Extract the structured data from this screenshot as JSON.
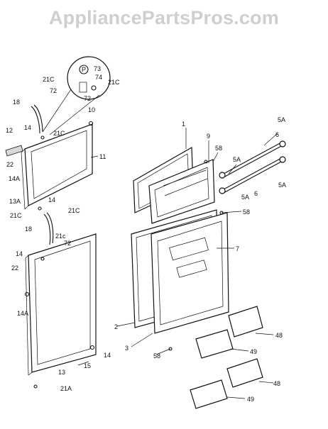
{
  "watermark": "AppliancePartsPros.com",
  "callouts": {
    "c1": "1",
    "c2": "2",
    "c3": "3",
    "c5a_1": "5A",
    "c5a_2": "5A",
    "c5a_3": "5A",
    "c5a_4": "5A",
    "c6_1": "6",
    "c6_2": "6",
    "c7": "7",
    "c9": "9",
    "c10": "10",
    "c11": "11",
    "c12": "12",
    "c13": "13",
    "c13a": "13A",
    "c14_1": "14",
    "c14_2": "14",
    "c14_3": "14",
    "c14_4": "14",
    "c14a_1": "14A",
    "c14a_2": "14A",
    "c15": "15",
    "c18_1": "18",
    "c18_2": "18",
    "c21a": "21A",
    "c21c_1": "21C",
    "c21c_2": "21C",
    "c21c_3": "21C",
    "c21c_4": "21C",
    "c21c_5": "21C",
    "c21c_6": "21c",
    "c22_1": "22",
    "c22_2": "22",
    "c48_1": "48",
    "c48_2": "48",
    "c49_1": "49",
    "c49_2": "49",
    "c58_1": "58",
    "c58_2": "58",
    "c58_3": "58",
    "c72_1": "72",
    "c72_2": "72",
    "c72_3": "72",
    "c73": "73",
    "c74": "74"
  }
}
